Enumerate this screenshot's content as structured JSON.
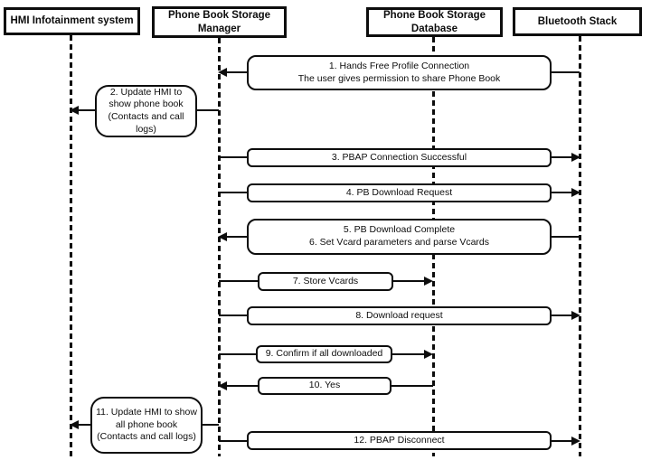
{
  "diagram": {
    "type": "sequence-diagram",
    "subject": "PBAP phone book download flow",
    "colors": {
      "stroke": "#0d0d0d",
      "background": "#ffffff",
      "box_fill": "#ffffff"
    },
    "participants": [
      {
        "label": "HMI Infotainment system"
      },
      {
        "label": "Phone Book Storage Manager"
      },
      {
        "label": "Phone Book Storage Database"
      },
      {
        "label": "Bluetooth Stack"
      }
    ],
    "messages": [
      {
        "from": "Bluetooth Stack",
        "to": "Phone Book Storage Manager",
        "lines": [
          "1. Hands Free Profile Connection",
          "The user gives permission to share Phone Book"
        ]
      },
      {
        "from": "Phone Book Storage Manager",
        "to": "HMI Infotainment system",
        "lines": [
          "2. Update HMI to show phone book (Contacts and call logs)"
        ]
      },
      {
        "from": "Phone Book Storage Manager",
        "to": "Bluetooth Stack",
        "lines": [
          "3. PBAP Connection Successful"
        ]
      },
      {
        "from": "Phone Book Storage Manager",
        "to": "Bluetooth Stack",
        "lines": [
          "4. PB Download Request"
        ]
      },
      {
        "from": "Bluetooth Stack",
        "to": "Phone Book Storage Manager",
        "lines": [
          "5. PB Download Complete",
          "6. Set Vcard parameters and parse Vcards"
        ]
      },
      {
        "from": "Phone Book Storage Manager",
        "to": "Phone Book Storage Database",
        "lines": [
          "7. Store Vcards"
        ]
      },
      {
        "from": "Phone Book Storage Manager",
        "to": "Bluetooth Stack",
        "lines": [
          "8. Download request"
        ]
      },
      {
        "from": "Phone Book Storage Manager",
        "to": "Phone Book Storage Database",
        "lines": [
          "9. Confirm if all downloaded"
        ]
      },
      {
        "from": "Phone Book Storage Database",
        "to": "Phone Book Storage Manager",
        "lines": [
          "10. Yes"
        ]
      },
      {
        "from": "Phone Book Storage Manager",
        "to": "HMI Infotainment system",
        "lines": [
          "11. Update HMI to show all phone book (Contacts and call logs)"
        ]
      },
      {
        "from": "Phone Book Storage Manager",
        "to": "Bluetooth Stack",
        "lines": [
          "12. PBAP Disconnect"
        ]
      }
    ]
  }
}
